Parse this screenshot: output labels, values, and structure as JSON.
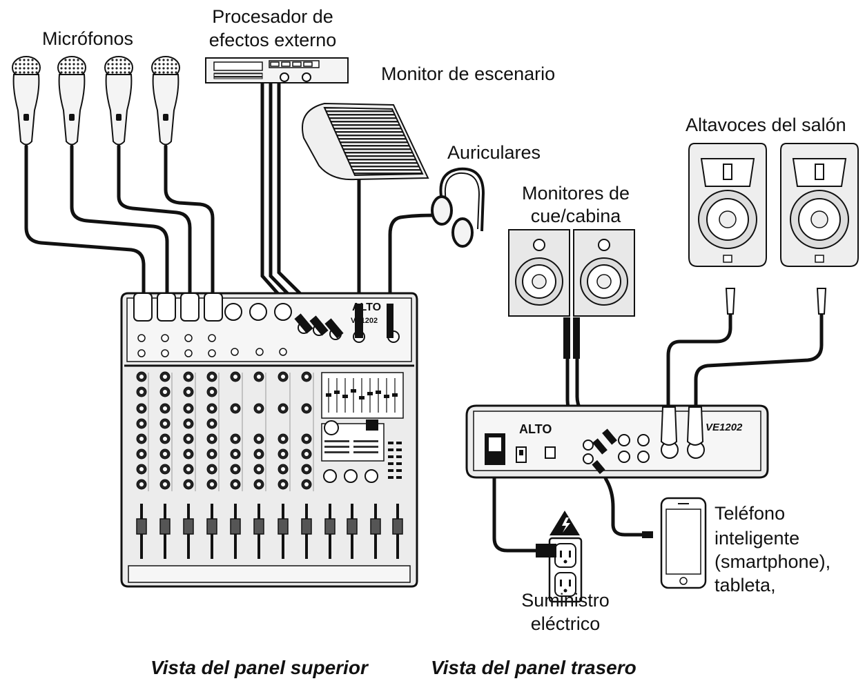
{
  "labels": {
    "microphones": "Micrófonos",
    "fx_processor_line1": "Procesador de",
    "fx_processor_line2": "efectos externo",
    "stage_monitor": "Monitor de escenario",
    "headphones": "Auriculares",
    "cue_monitors_line1": "Monitores de",
    "cue_monitors_line2": "cue/cabina",
    "house_speakers": "Altavoces del salón",
    "phone_line1": "Teléfono",
    "phone_line2": "inteligente",
    "phone_line3": "(smartphone),",
    "phone_line4": "tableta,",
    "power_line1": "Suministro",
    "power_line2": "eléctrico"
  },
  "captions": {
    "top_panel": "Vista del panel superior",
    "rear_panel": "Vista del panel trasero"
  },
  "mixer": {
    "brand": "ALTO",
    "model": "VE1202"
  },
  "colors": {
    "line": "#111111",
    "device_fill": "#f4f4f4",
    "panel_fill": "#ececec",
    "background": "#ffffff"
  },
  "icons": [
    "microphone-icon",
    "rack-processor-icon",
    "wedge-monitor-icon",
    "headphones-icon",
    "studio-monitor-icon",
    "pa-speaker-icon",
    "smartphone-icon",
    "power-outlet-icon",
    "warning-icon"
  ]
}
